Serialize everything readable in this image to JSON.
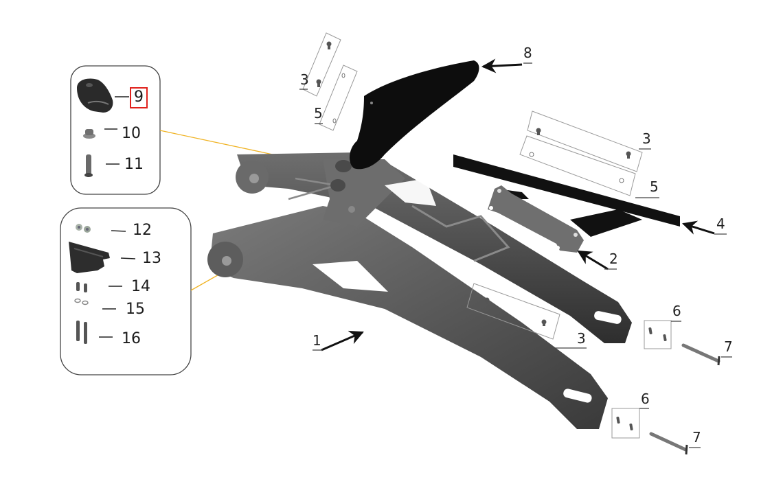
{
  "diagram": {
    "type": "exploded-parts-diagram",
    "subject": "swingarm assembly",
    "highlight_color": "#e0211c",
    "leader_color": "#f0b323",
    "callouts": [
      {
        "id": "1",
        "label": "1"
      },
      {
        "id": "2",
        "label": "2"
      },
      {
        "id": "3a",
        "label": "3"
      },
      {
        "id": "3b",
        "label": "3"
      },
      {
        "id": "3c",
        "label": "3"
      },
      {
        "id": "4",
        "label": "4"
      },
      {
        "id": "5a",
        "label": "5"
      },
      {
        "id": "5b",
        "label": "5"
      },
      {
        "id": "6a",
        "label": "6"
      },
      {
        "id": "6b",
        "label": "6"
      },
      {
        "id": "7a",
        "label": "7"
      },
      {
        "id": "7b",
        "label": "7"
      },
      {
        "id": "8",
        "label": "8"
      }
    ],
    "inset_top": {
      "items": [
        {
          "label": "9",
          "highlighted": true
        },
        {
          "label": "10",
          "highlighted": false
        },
        {
          "label": "11",
          "highlighted": false
        }
      ]
    },
    "inset_bottom": {
      "items": [
        {
          "label": "12"
        },
        {
          "label": "13"
        },
        {
          "label": "14"
        },
        {
          "label": "15"
        },
        {
          "label": "16"
        }
      ]
    }
  }
}
